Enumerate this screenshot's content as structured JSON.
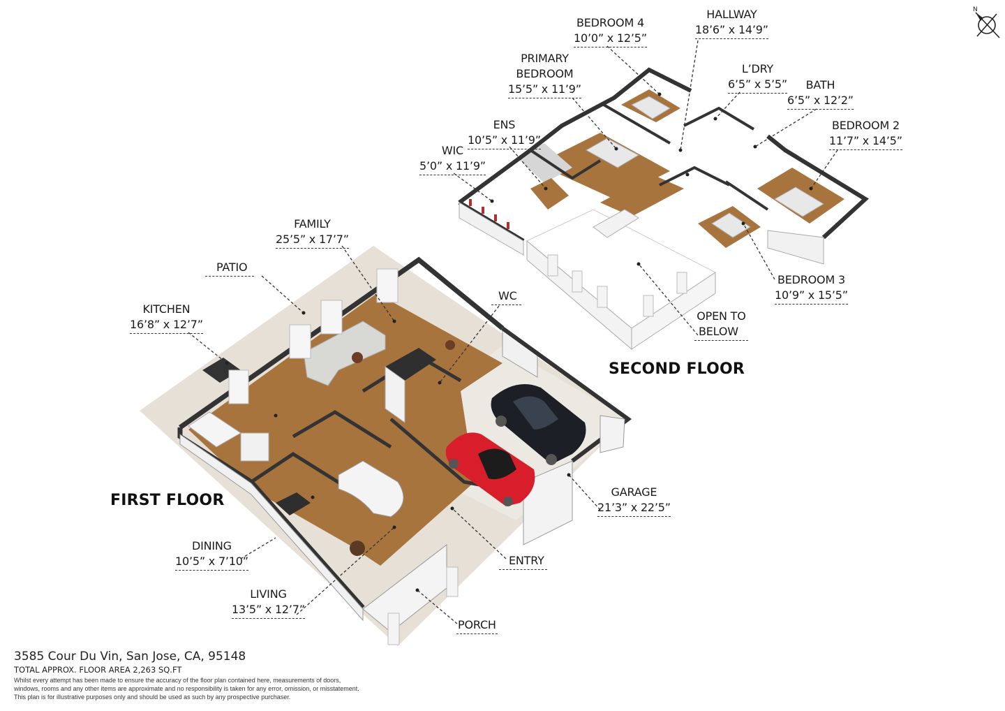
{
  "rooms": [
    {
      "id": "bedroom4",
      "name": "BEDROOM 4",
      "dims": "10’0” x 12’5”"
    },
    {
      "id": "hallway",
      "name": "HALLWAY",
      "dims": "18’6” x 14’9”"
    },
    {
      "id": "primary",
      "name": "PRIMARY BEDROOM",
      "name_l1": "PRIMARY",
      "name_l2": "BEDROOM",
      "dims": "15’5” x 11’9”"
    },
    {
      "id": "ldry",
      "name": "L’DRY",
      "dims": "6’5” x 5’5”"
    },
    {
      "id": "bath",
      "name": "BATH",
      "dims": "6’5” x 12’2”"
    },
    {
      "id": "ens",
      "name": "ENS",
      "dims": "10’5” x 11’9”"
    },
    {
      "id": "bedroom2",
      "name": "BEDROOM 2",
      "dims": "11’7” x 14’5”"
    },
    {
      "id": "wic",
      "name": "WIC",
      "dims": "5’0” x 11’9”"
    },
    {
      "id": "family",
      "name": "FAMILY",
      "dims": "25’5” x 17’7”"
    },
    {
      "id": "patio",
      "name": "PATIO",
      "dims": ""
    },
    {
      "id": "kitchen",
      "name": "KITCHEN",
      "dims": "16’8” x 12’7”"
    },
    {
      "id": "wc",
      "name": "WC",
      "dims": ""
    },
    {
      "id": "bedroom3",
      "name": "BEDROOM 3",
      "dims": "10’9” x 15’5”"
    },
    {
      "id": "open",
      "name": "OPEN TO BELOW",
      "name_l1": "OPEN TO",
      "name_l2": "BELOW",
      "dims": ""
    },
    {
      "id": "garage",
      "name": "GARAGE",
      "dims": "21’3” x 22’5”"
    },
    {
      "id": "dining",
      "name": "DINING",
      "dims": "10’5” x 7’10”"
    },
    {
      "id": "entry",
      "name": "ENTRY",
      "dims": ""
    },
    {
      "id": "living",
      "name": "LIVING",
      "dims": "13’5” x 12’7”"
    },
    {
      "id": "porch",
      "name": "PORCH",
      "dims": ""
    }
  ],
  "floors": {
    "first": "FIRST FLOOR",
    "second": "SECOND FLOOR"
  },
  "compass": {
    "label": "N"
  },
  "footer": {
    "address": "3585 Cour Du Vin, San Jose, CA, 95148",
    "total_area": "TOTAL APPROX. FLOOR AREA 2,263 SQ.FT",
    "disclaimer_1": "Whilst every attempt has been made to ensure the accuracy of the floor plan contained here, measurements of doors,",
    "disclaimer_2": "windows, rooms and any other items are approximate and no responsibility is taken for any error, omission, or misstatement.",
    "disclaimer_3": "This plan is for illustrative purposes only and should be used as such by any prospective purchaser."
  },
  "colors": {
    "floor_wood": "#a8743e",
    "wall_top": "#3a3a3a",
    "wall_face": "#f2f2f2",
    "ground": "#e4ded4",
    "garage_floor": "#ebe8e2",
    "car_red": "#d81e2a",
    "car_black": "#1c1f26"
  }
}
